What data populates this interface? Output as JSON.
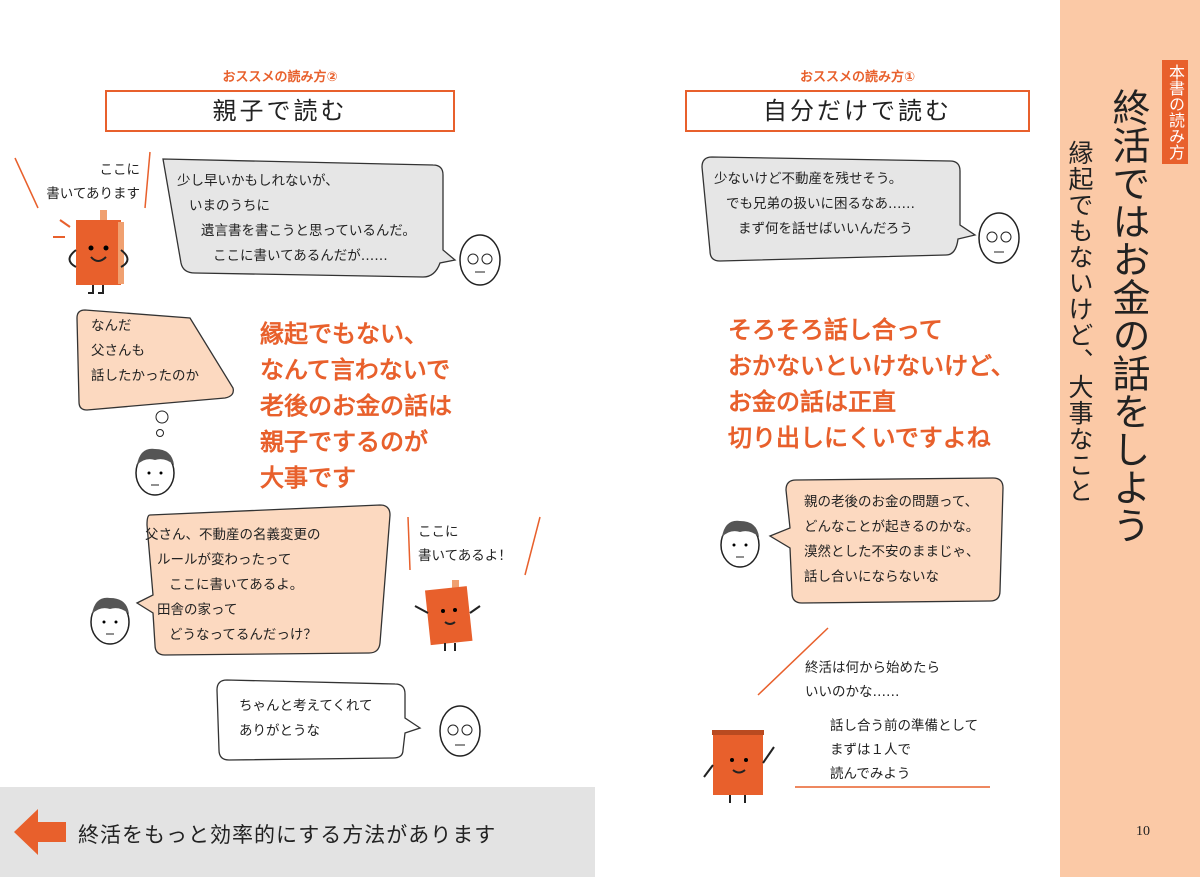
{
  "left_page": {
    "section_label": "おススメの読み方②",
    "section_title": "親子で読む",
    "book_callout_1": [
      "ここに",
      "書いてあります"
    ],
    "bubble_father_1": [
      "少し早いかもしれないが、",
      "いまのうちに",
      "遺言書を書こうと思っているんだ。",
      "ここに書いてあるんだが……"
    ],
    "bubble_son_thought": [
      "なんだ",
      "父さんも",
      "話したかったのか"
    ],
    "headline": [
      "縁起でもない、",
      "なんて言わないで",
      "老後のお金の話は",
      "親子でするのが",
      "大事です"
    ],
    "bubble_son_2": [
      "父さん、不動産の名義変更の",
      "ルールが変わったって",
      "ここに書いてあるよ。",
      "田舎の家って",
      "どうなってるんだっけ？"
    ],
    "book_callout_2": [
      "ここに",
      "書いてあるよ！"
    ],
    "bubble_father_2": [
      "ちゃんと考えてくれて",
      "ありがとうな"
    ],
    "banner": "終活をもっと効率的にする方法があります"
  },
  "right_page": {
    "section_label": "おススメの読み方①",
    "section_title": "自分だけで読む",
    "bubble_father": [
      "少ないけど不動産を残せそう。",
      "でも兄弟の扱いに困るなあ……",
      "まず何を話せばいいんだろう"
    ],
    "headline": [
      "そろそろ話し合って",
      "おかないといけないけど、",
      "お金の話は正直",
      "切り出しにくいですよね"
    ],
    "bubble_son": [
      "親の老後のお金の問題って、",
      "どんなことが起きるのかな。",
      "漠然とした不安のままじゃ、",
      "話し合いにならないな"
    ],
    "question": [
      "終活は何から始めたら",
      "いいのかな……"
    ],
    "book_answer": [
      "話し合う前の準備として",
      "まずは１人で",
      "読んでみよう"
    ],
    "page_number": "10"
  },
  "sidebar": {
    "tag": "本書の読み方",
    "title": "終活ではお金の話をしよう",
    "subtitle": "縁起でもないけど、大事なこと"
  },
  "colors": {
    "accent": "#e8602c",
    "peach": "#fcd9c0",
    "sidebar": "#fbc9a6",
    "gray_bubble": "#e6e6e6",
    "banner": "#e3e3e3"
  }
}
